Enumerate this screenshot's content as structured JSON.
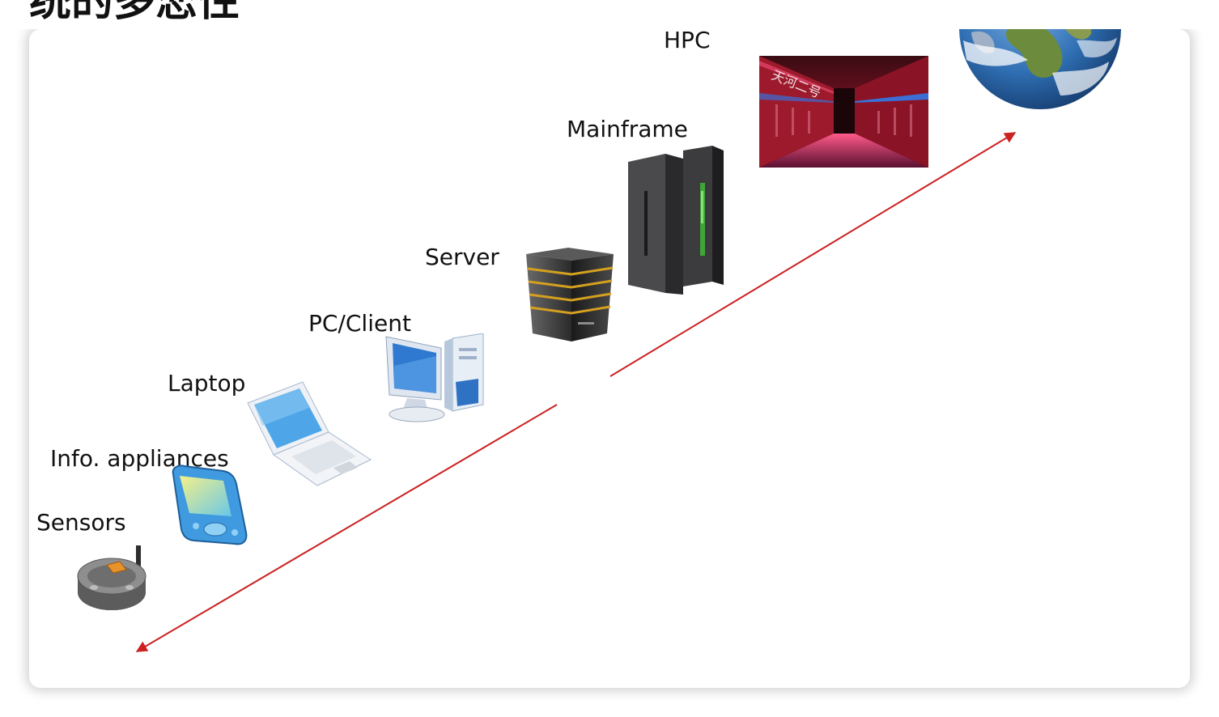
{
  "slide": {
    "title_fragment": "统的多恋性",
    "accent_color": "#cc2222"
  },
  "devices": {
    "hpc": {
      "label": "HPC",
      "image_text": "天河二号",
      "icon": "supercomputer-icon"
    },
    "mainframe": {
      "label": "Mainframe",
      "icon": "mainframe-icon"
    },
    "server": {
      "label": "Server",
      "icon": "server-icon"
    },
    "pc": {
      "label": "PC/Client",
      "icon": "desktop-pc-icon"
    },
    "laptop": {
      "label": "Laptop",
      "icon": "laptop-icon"
    },
    "appliance": {
      "label": "Info. appliances",
      "icon": "pda-icon"
    },
    "sensor": {
      "label": "Sensors",
      "icon": "sensor-node-icon"
    },
    "globe": {
      "icon": "globe-icon"
    }
  }
}
